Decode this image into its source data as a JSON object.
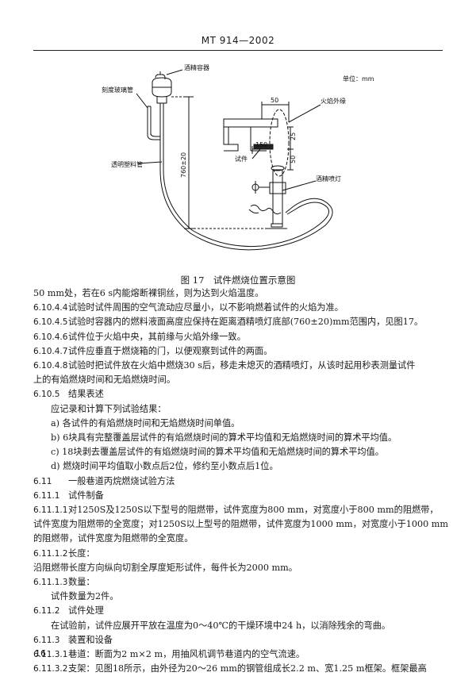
{
  "header": {
    "standard": "MT 914—2002"
  },
  "figure": {
    "labels": {
      "alcohol_container": "酒精容器",
      "graduated_glass_tube": "刻度玻璃管",
      "transparent_plastic_tube": "透明塑料管",
      "unit": "单位：mm",
      "flame_outer_edge": "火焰外缘",
      "specimen": "试件",
      "alcohol_burner": "酒精喷灯"
    },
    "dimensions": {
      "d50_top": "50",
      "d150": "150",
      "d25": "25",
      "d50_side": "50",
      "d760": "760±20"
    }
  },
  "caption": "图 17　试件燃烧位置示意图",
  "lines": [
    {
      "num": "",
      "text": "50 mm处，若在6 s内能熔断裸铜丝，则为达到火焰温度。",
      "indent": false
    },
    {
      "num": "6.10.4.4",
      "text": "试验时试件周围的空气流动应尽量小，以不影响燃着试件的火焰为准。",
      "indent": false
    },
    {
      "num": "6.10.4.5",
      "text": "试验时容器内的燃料液面高度应保持在距离酒精喷灯底部(760±20)mm范围内，见图17。",
      "indent": false
    },
    {
      "num": "6.10.4.6",
      "text": "试件位于火焰中央，其前缘与火焰外缘一致。",
      "indent": false
    },
    {
      "num": "6.10.4.7",
      "text": "试件应垂直于燃烧箱的门，以便观察到试件的两面。",
      "indent": false
    },
    {
      "num": "6.10.4.8",
      "text": "试验时把试件放在火焰中燃烧30 s后，移走未熄灭的酒精喷灯，从该时起用秒表测量试件",
      "indent": false
    },
    {
      "num": "",
      "text": "上的有焰燃烧时间和无焰燃烧时间。",
      "indent": false
    },
    {
      "num": "6.10.5",
      "text": "结果表述",
      "indent": false
    },
    {
      "num": "",
      "text": "应记录和计算下列试验结果：",
      "indent": true
    },
    {
      "num": "",
      "text": "a) 各试件的有焰燃烧时间和无焰燃烧时间单值。",
      "indent": true
    },
    {
      "num": "",
      "text": "b) 6块具有完整覆盖层试件的有焰燃烧时间的算术平均值和无焰燃烧时间的算术平均值。",
      "indent": true
    },
    {
      "num": "",
      "text": "c) 18块剥去覆盖层试件的有焰燃烧时间的算术平均值和无焰燃烧时间的算术平均值。",
      "indent": true
    },
    {
      "num": "",
      "text": "d) 燃烧时间平均值取小数点后2位，修约至小数点后1位。",
      "indent": true
    },
    {
      "num": "6.11",
      "text": "一般巷道丙烷燃烧试验方法",
      "indent": false
    },
    {
      "num": "6.11.1",
      "text": "试件制备",
      "indent": false
    },
    {
      "num": "6.11.1.1",
      "text": "对1250S及1250S以下型号的阻燃带，试件宽度为800 mm，对宽度小于800 mm的阻燃带，",
      "indent": false
    },
    {
      "num": "",
      "text": "试件宽度为阻燃带的全宽度；对1250S以上型号的阻燃带，试件宽度为1000 mm，对宽度小于1000 mm",
      "indent": false
    },
    {
      "num": "",
      "text": "的阻燃带，试件宽度为阻燃带的全宽度。",
      "indent": false
    },
    {
      "num": "6.11.1.2",
      "text": "长度：",
      "indent": false
    },
    {
      "num": "",
      "text": "沿阻燃带长度方向纵向切割全厚度矩形试件，每件长为2000 mm。",
      "indent": false
    },
    {
      "num": "6.11.1.3",
      "text": "数量：",
      "indent": false
    },
    {
      "num": "",
      "text": "试件数量为2件。",
      "indent": true
    },
    {
      "num": "6.11.2",
      "text": "试件处理",
      "indent": false
    },
    {
      "num": "",
      "text": "在试验前，试件应展开平放在温度为0～40℃的干燥环境中24 h，以消除残余的弯曲。",
      "indent": true
    },
    {
      "num": "6.11.3",
      "text": "装置和设备",
      "indent": false
    },
    {
      "num": "6.11.3.1",
      "text": "巷道：断面为2 m×2 m，用抽风机调节巷道内的空气流速。",
      "indent": false
    },
    {
      "num": "6.11.3.2",
      "text": "支架：见图18所示，由外径为20～26 mm的钢管组成长2.2 m、宽1.25 m框架。框架最高",
      "indent": false
    }
  ],
  "page_number": "16"
}
